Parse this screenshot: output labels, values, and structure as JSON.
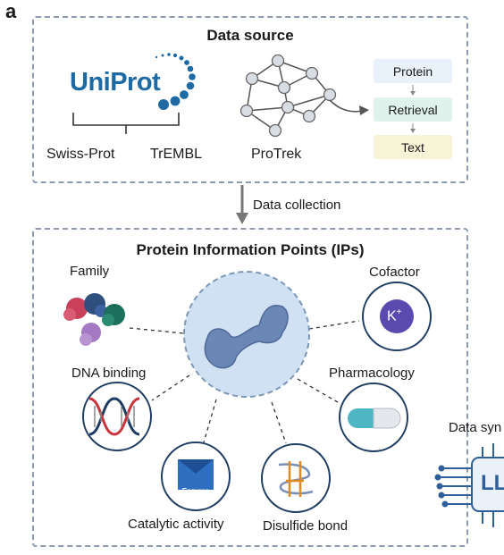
{
  "panel_label": "a",
  "data_source": {
    "title": "Data source",
    "uniprot_logo": "UniProt",
    "sources": [
      "Swiss-Prot",
      "TrEMBL",
      "ProTrek"
    ],
    "flow": [
      "Protein",
      "Retrieval",
      "Text"
    ],
    "colors": {
      "protein": "#e9f1fb",
      "retrieval": "#dff2ec",
      "text": "#f7f3d6",
      "uniprot": "#1d6aa5"
    }
  },
  "arrow_label": "Data collection",
  "ips": {
    "title": "Protein Information Points (IPs)",
    "labels": {
      "family": "Family",
      "cofactor": "Cofactor",
      "dna_binding": "DNA binding",
      "pharmacology": "Pharmacology",
      "catalytic": "Catalytic activity",
      "disulfide": "Disulfide bond"
    },
    "cofactor_symbol": "K",
    "cofactor_charge": "+",
    "enzyme_label": "Enzyme"
  },
  "right_panel": {
    "label": "Data syn",
    "chip_text": "LL"
  },
  "icons": [
    "uniprot-logo",
    "network-icon",
    "protein-blob-icon",
    "molecule-cluster-icon",
    "potassium-ion-icon",
    "dna-helix-icon",
    "capsule-icon",
    "enzyme-icon",
    "disulfide-icon",
    "chip-icon"
  ]
}
